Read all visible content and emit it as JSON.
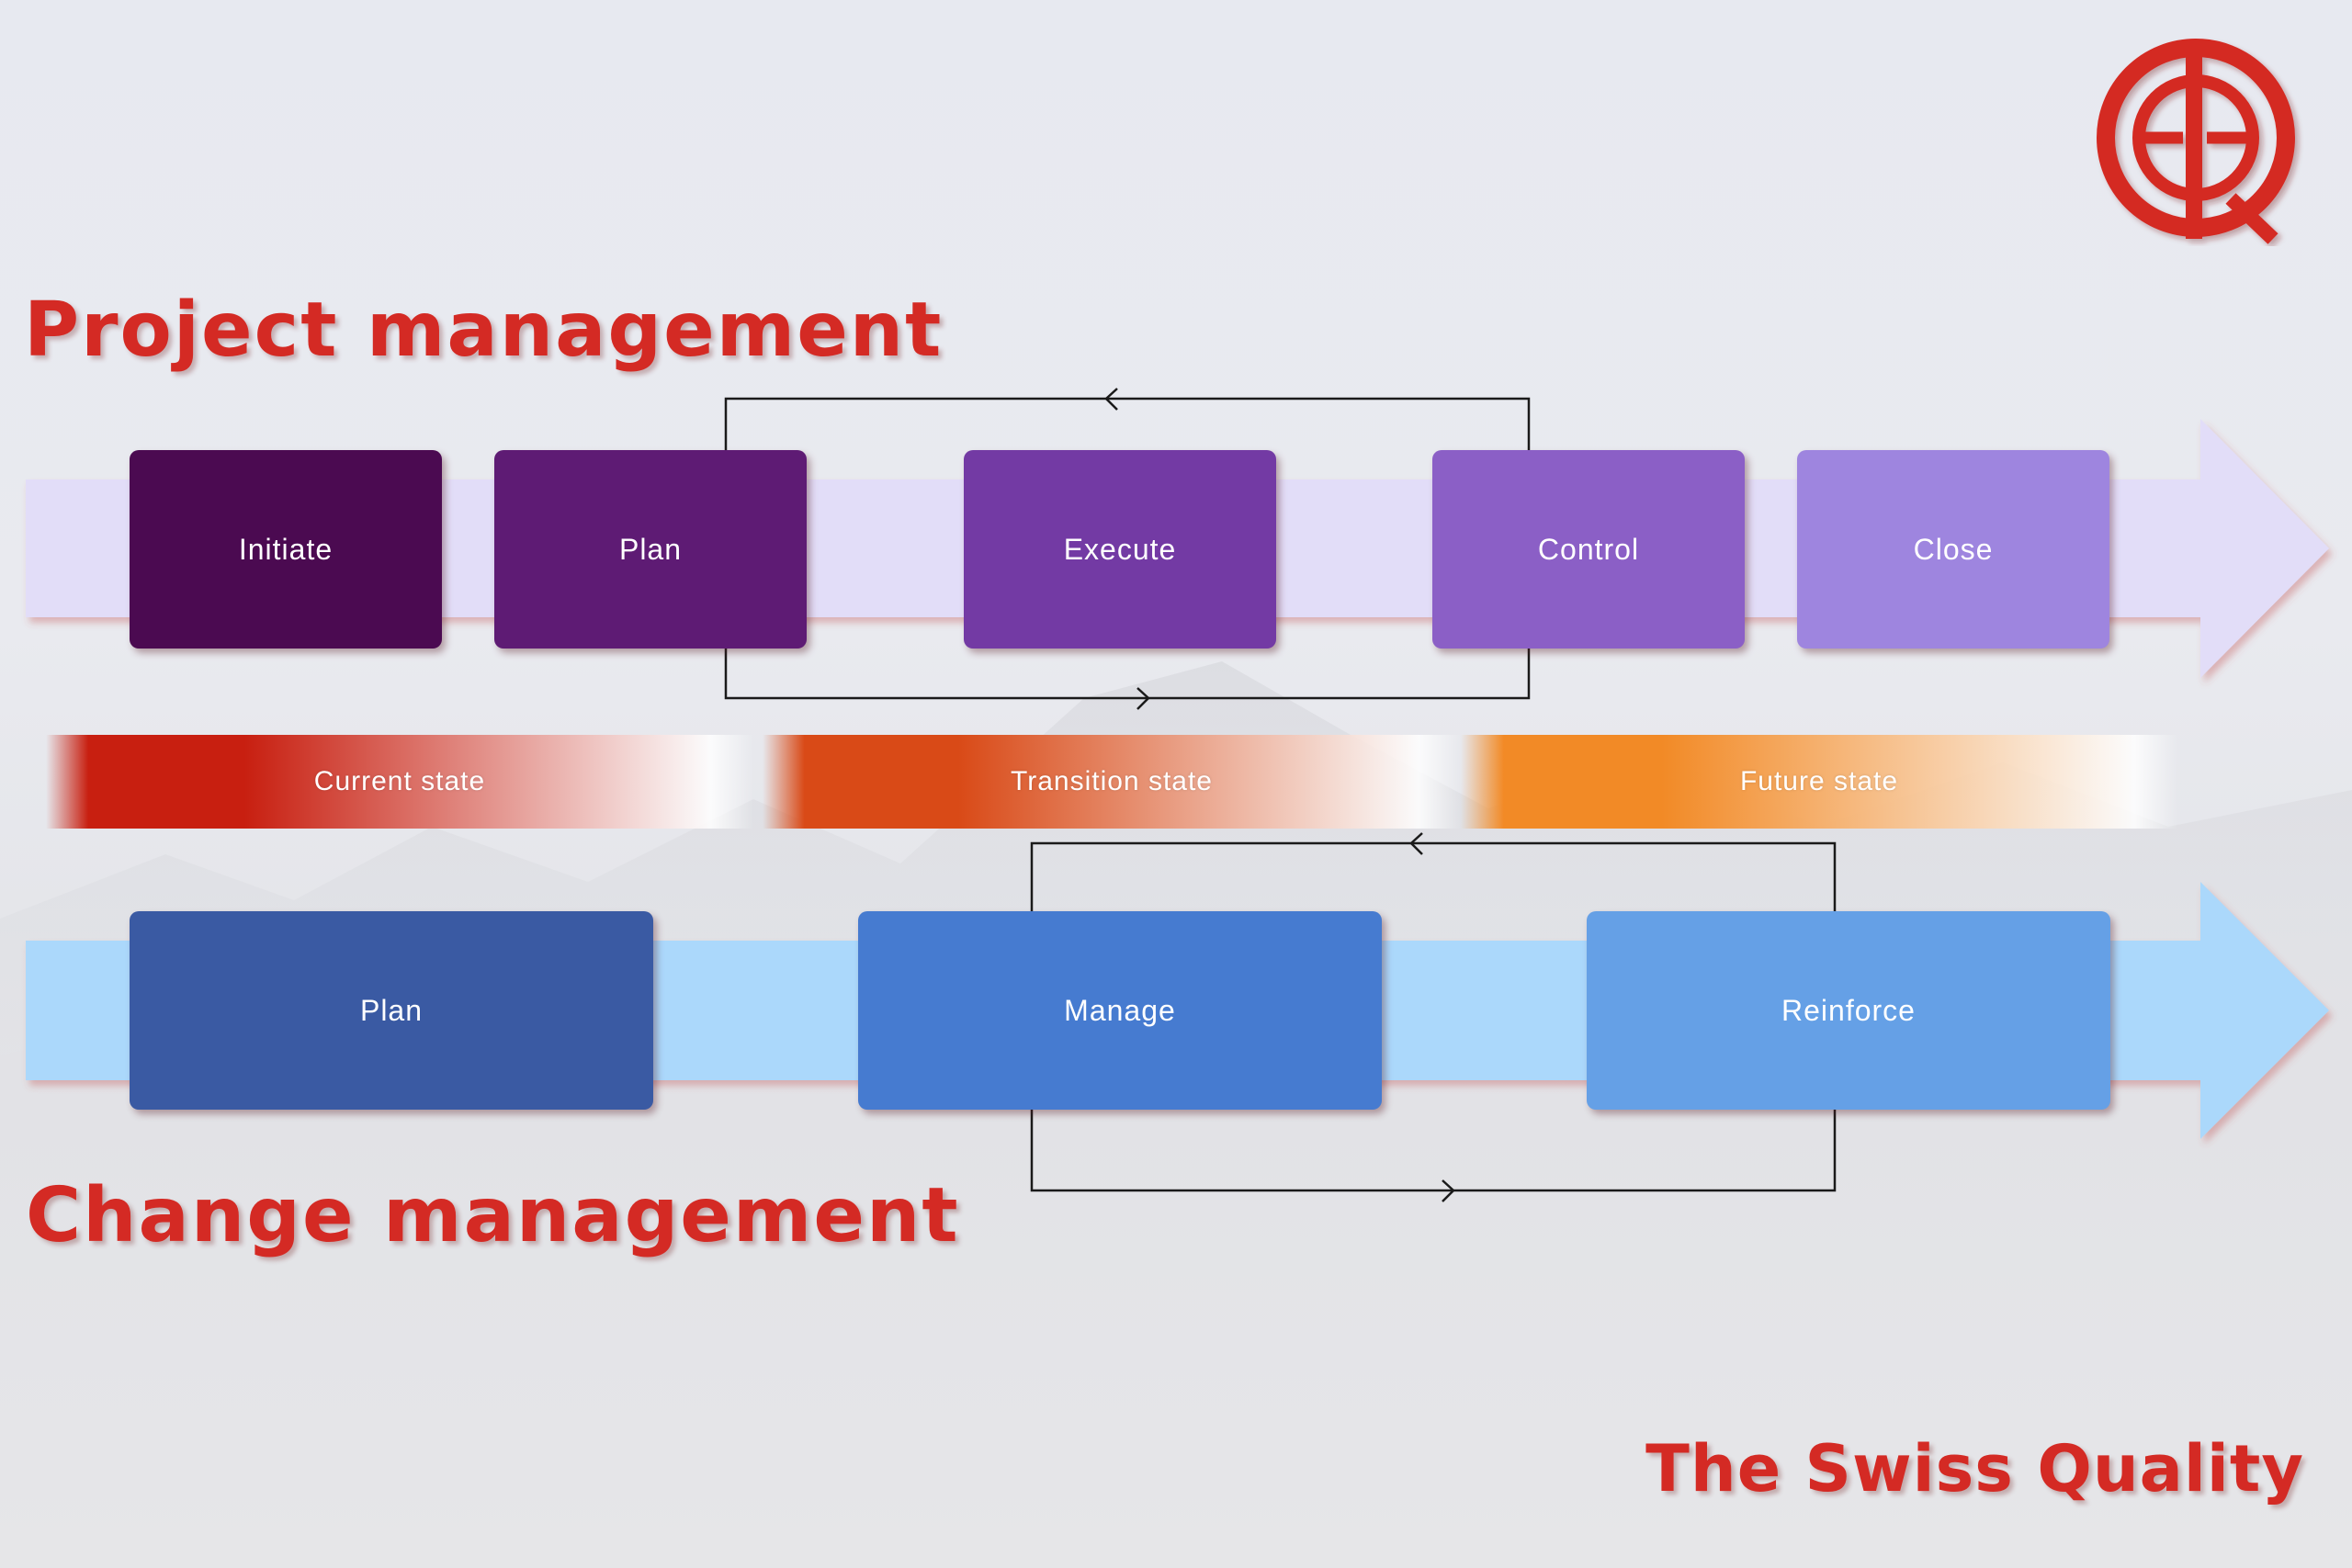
{
  "project_management": {
    "title": "Project management",
    "steps": [
      {
        "label": "Initiate",
        "color": "#4b0a51"
      },
      {
        "label": "Plan",
        "color": "#5e1b74"
      },
      {
        "label": "Execute",
        "color": "#733aa4"
      },
      {
        "label": "Control",
        "color": "#8b5fc6"
      },
      {
        "label": "Close",
        "color": "#9e85df"
      }
    ],
    "arrow_color": "#e2ddf8"
  },
  "states": [
    {
      "label": "Current state",
      "color": "#c81f10"
    },
    {
      "label": "Transition state",
      "color": "#d94a17"
    },
    {
      "label": "Future state",
      "color": "#f28a26"
    }
  ],
  "change_management": {
    "title": "Change management",
    "steps": [
      {
        "label": "Plan",
        "color": "#3a5aa3"
      },
      {
        "label": "Manage",
        "color": "#467bd0"
      },
      {
        "label": "Reinforce",
        "color": "#65a0e6"
      }
    ],
    "arrow_color": "#abd8fb"
  },
  "brand": {
    "tagline": "The Swiss Quality",
    "logo_icon": "etg-circle-logo-icon",
    "accent_color": "#d42a24"
  }
}
